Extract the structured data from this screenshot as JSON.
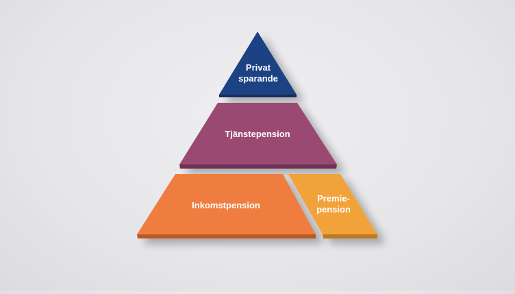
{
  "pyramid": {
    "levels": [
      {
        "id": "privat",
        "lines": [
          "Privat",
          "sparande"
        ],
        "color": "#1d4383",
        "edge": "#142f5e"
      },
      {
        "id": "tjanste",
        "lines": [
          "Tjänstepension"
        ],
        "color": "#9a4a73",
        "edge": "#6e3352"
      },
      {
        "id": "inkomst",
        "lines": [
          "Inkomstpension"
        ],
        "color": "#ef7d3f",
        "edge": "#b95a27"
      },
      {
        "id": "premie",
        "lines": [
          "Premie-",
          "pension"
        ],
        "color": "#f2a23a",
        "edge": "#bd7a23"
      }
    ]
  }
}
